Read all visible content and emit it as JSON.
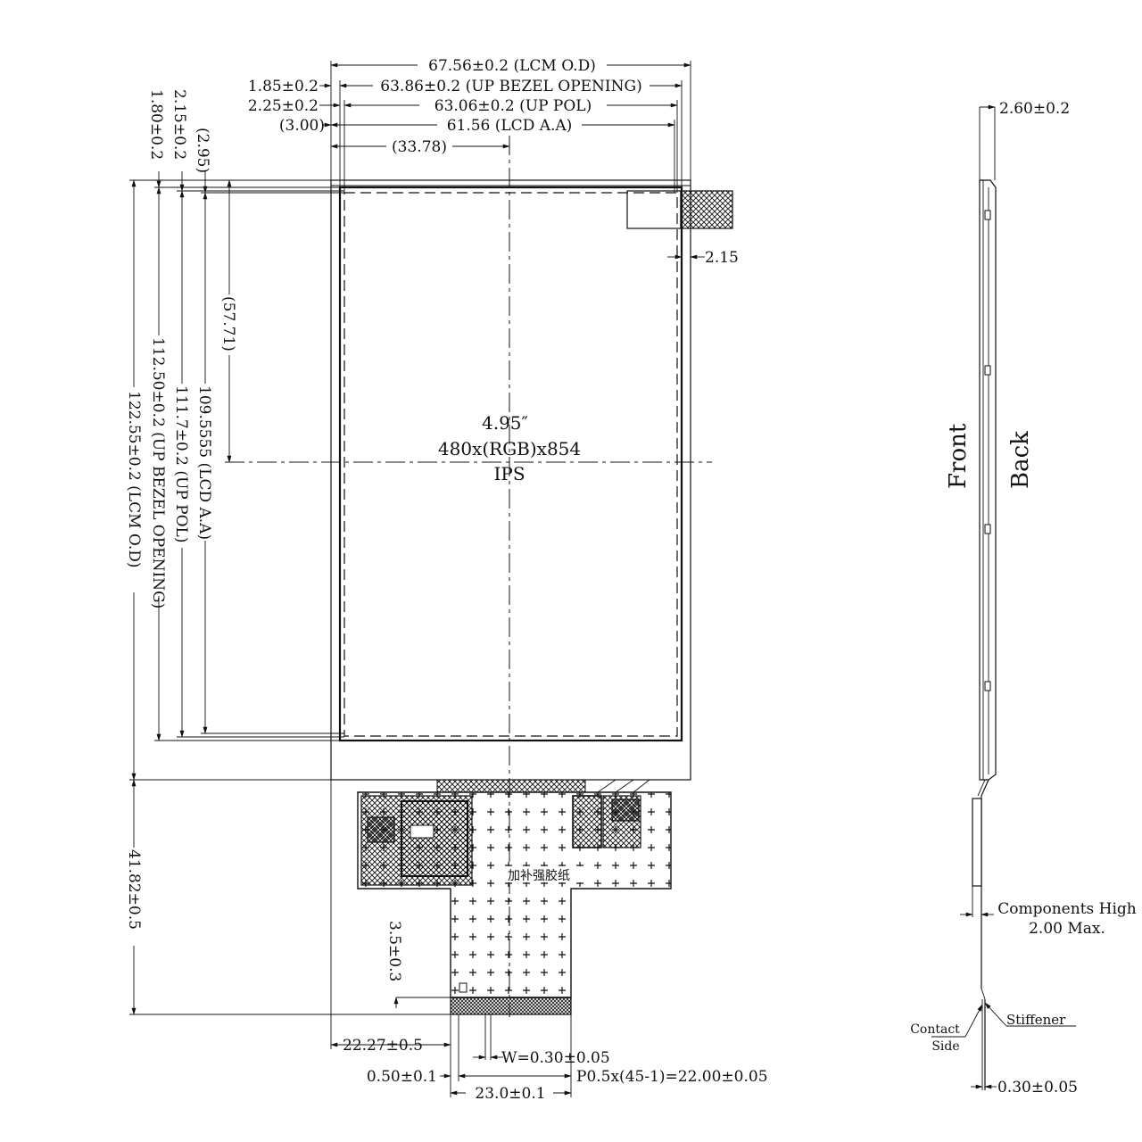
{
  "front_view": {
    "top_dims": [
      {
        "id": "lcm-od-width",
        "text": "67.56±0.2 (LCM O.D)"
      },
      {
        "id": "up-bezel-opening-width",
        "text": "63.86±0.2 (UP BEZEL OPENING)"
      },
      {
        "id": "up-pol-width",
        "text": "63.06±0.2 (UP POL)"
      },
      {
        "id": "lcd-aa-width",
        "text": "61.56 (LCD A.A)"
      },
      {
        "id": "center-width",
        "text": "(33.78)"
      }
    ],
    "left_offsets": [
      {
        "id": "offset-bezel",
        "text": "1.85±0.2"
      },
      {
        "id": "offset-pol",
        "text": "2.25±0.2"
      },
      {
        "id": "offset-aa",
        "text": "(3.00)"
      }
    ],
    "vertical_dims": [
      {
        "id": "offset-top-1",
        "text": "1.80±0.2"
      },
      {
        "id": "offset-top-2",
        "text": "2.15±0.2"
      },
      {
        "id": "offset-top-3",
        "text": "(2.95)"
      },
      {
        "id": "lcm-od-height",
        "text": "122.55±0.2 (LCM O.D)"
      },
      {
        "id": "up-bezel-height",
        "text": "112.50±0.2 (UP BEZEL OPENING)"
      },
      {
        "id": "up-pol-height",
        "text": "111.7±0.2 (UP POL)"
      },
      {
        "id": "lcd-aa-height",
        "text": "109.5555 (LCD A.A)"
      },
      {
        "id": "center-height",
        "text": "(57.71)"
      },
      {
        "id": "fpc-length",
        "text": "41.82±0.5"
      },
      {
        "id": "stiffener-length",
        "text": "3.5±0.3"
      }
    ],
    "right_dim": "2.15",
    "display": {
      "size": "4.95″",
      "resolution": "480x(RGB)x854",
      "type": "IPS"
    },
    "fpc_note": "加补强胶纸",
    "bottom_dims": {
      "fpc_offset": "22.27±0.5",
      "pin_width": "W=0.30±0.05",
      "edge": "0.50±0.1",
      "pitch": "P0.5x(45-1)=22.00±0.05",
      "fpc_width": "23.0±0.1"
    }
  },
  "side_view": {
    "thickness": "2.60±0.2",
    "front_label": "Front",
    "back_label": "Back",
    "components_high": [
      "Components High",
      "2.00 Max."
    ],
    "stiffener": "Stiffener",
    "contact_side": [
      "Contact",
      "Side"
    ],
    "fpc_thickness": "0.30±0.05"
  }
}
